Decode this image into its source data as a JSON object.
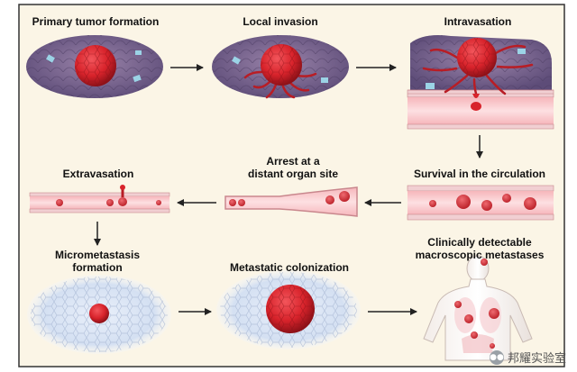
{
  "stages": {
    "primary_tumor": "Primary tumor formation",
    "local_invasion": "Local invasion",
    "intravasation": "Intravasation",
    "survival_circulation": "Survival in the circulation",
    "arrest_line1": "Arrest at a",
    "arrest_line2": "distant organ site",
    "extravasation": "Extravasation",
    "micrometastasis_line1": "Micrometastasis",
    "micrometastasis_line2": "formation",
    "colonization": "Metastatic colonization",
    "clinical_line1": "Clinically detectable",
    "clinical_line2": "macroscopic metastases"
  },
  "watermark": {
    "text": "邦耀实验室",
    "icon": "wechat-icon"
  },
  "colors": {
    "background": "#fbf5e6",
    "tumor": "#d8232b",
    "vessel": "#e66b74",
    "tissue": "#756288",
    "frame": "#333333"
  }
}
